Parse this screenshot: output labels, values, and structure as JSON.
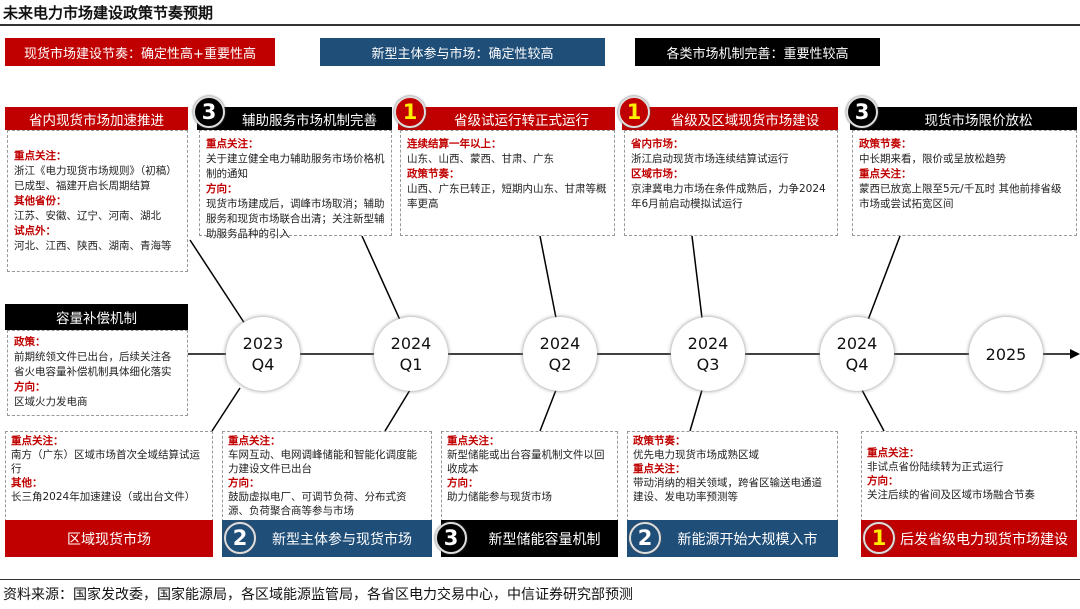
{
  "title": "未来电力市场建设政策节奏预期",
  "colors": {
    "red": "#c00000",
    "blue": "#1f4e79",
    "black": "#000000"
  },
  "legend": [
    {
      "label": "现货市场建设节奏：确定性高+重要性高",
      "color": "#c00000"
    },
    {
      "label": "新型主体参与市场：确定性较高",
      "color": "#1f4e79"
    },
    {
      "label": "各类市场机制完善：重要性较高",
      "color": "#000000"
    }
  ],
  "timeline": [
    {
      "year": "2023",
      "quarter": "Q4"
    },
    {
      "year": "2024",
      "quarter": "Q1"
    },
    {
      "year": "2024",
      "quarter": "Q2"
    },
    {
      "year": "2024",
      "quarter": "Q3"
    },
    {
      "year": "2024",
      "quarter": "Q4"
    },
    {
      "year": "2025",
      "quarter": ""
    }
  ],
  "top_boxes": [
    {
      "title": "省内现货市场加速推进",
      "badge": "",
      "sections": [
        {
          "label": "重点关注：",
          "text": "浙江《电力现货市场规则》（初稿）已成型、福建开启长周期结算"
        },
        {
          "label": "其他省份：",
          "text": "江苏、安徽、辽宁、河南、湖北"
        },
        {
          "label": "试点外：",
          "text": "河北、江西、陕西、湖南、青海等"
        }
      ]
    },
    {
      "title": "辅助服务市场机制完善",
      "badge": "3",
      "sections": [
        {
          "label": "重点关注：",
          "text": "关于建立健全电力辅助服务市场价格机制的通知"
        },
        {
          "label": "方向：",
          "text": "现货市场建成后，调峰市场取消；辅助服务和现货市场联合出清；关注新型辅助服务品种的引入"
        }
      ]
    },
    {
      "title": "省级试运行转正式运行",
      "badge": "1",
      "sections": [
        {
          "label": "连续结算一年以上：",
          "text": "山东、山西、蒙西、甘肃、广东"
        },
        {
          "label": "政策节奏：",
          "text": "山西、广东已转正，短期内山东、甘肃等概率更高"
        }
      ]
    },
    {
      "title": "省级及区域现货市场建设",
      "badge": "1",
      "sections": [
        {
          "label": "省内市场：",
          "text": "浙江启动现货市场连续结算试运行"
        },
        {
          "label": "区域市场：",
          "text": "京津冀电力市场在条件成熟后，力争2024年6月前启动模拟试运行"
        }
      ]
    },
    {
      "title": "现货市场限价放松",
      "badge": "3",
      "sections": [
        {
          "label": "政策节奏：",
          "text": "中长期来看，限价或呈放松趋势"
        },
        {
          "label": "重点关注：",
          "text": "蒙西已放宽上限至5元/千瓦时 其他前排省级市场或尝试拓宽区间"
        }
      ]
    }
  ],
  "mid_box": {
    "title": "容量补偿机制",
    "sections": [
      {
        "label": "政策：",
        "text": "前期统领文件已出台，后续关注各省火电容量补偿机制具体细化落实"
      },
      {
        "label": "方向：",
        "text": "区域火力发电商"
      }
    ]
  },
  "bottom_boxes": [
    {
      "title": "区域现货市场",
      "badge": "",
      "sections": [
        {
          "label": "重点关注：",
          "text": "南方（广东）区域市场首次全域结算试运行"
        },
        {
          "label": "其他：",
          "text": "长三角2024年加速建设（或出台文件）"
        }
      ]
    },
    {
      "title": "新型主体参与现货市场",
      "badge": "2",
      "sections": [
        {
          "label": "重点关注：",
          "text": "车网互动、电网调峰储能和智能化调度能力建设文件已出台"
        },
        {
          "label": "方向：",
          "text": "鼓励虚拟电厂、可调节负荷、分布式资源、负荷聚合商等参与市场"
        }
      ]
    },
    {
      "title": "新型储能容量机制",
      "badge": "3",
      "sections": [
        {
          "label": "重点关注：",
          "text": "新型储能或出台容量机制文件以回收成本"
        },
        {
          "label": "方向：",
          "text": "助力储能参与现货市场"
        }
      ]
    },
    {
      "title": "新能源开始大规模入市",
      "badge": "2",
      "sections": [
        {
          "label": "政策节奏：",
          "text": "优先电力现货市场成熟区域"
        },
        {
          "label": "重点关注：",
          "text": "带动消纳的相关领域，跨省区输送电通道建设、发电功率预测等"
        }
      ]
    },
    {
      "title": "后发省级电力现货市场建设",
      "badge": "1",
      "sections": [
        {
          "label": "重点关注：",
          "text": "非试点省份陆续转为正式运行"
        },
        {
          "label": "方向：",
          "text": "关注后续的省间及区域市场融合节奏"
        }
      ]
    }
  ],
  "source": "资料来源：国家发改委，国家能源局，各区域能源监管局，各省区电力交易中心，中信证券研究部预测"
}
